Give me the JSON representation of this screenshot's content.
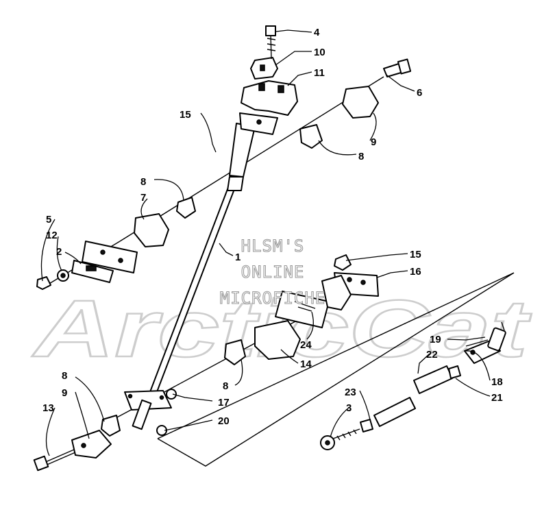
{
  "watermark": {
    "line1": "HLSM'S",
    "line2": "ONLINE",
    "line3": "MICROFICHE",
    "logo": "ArcticCat"
  },
  "callouts": [
    "1",
    "2",
    "3",
    "4",
    "5",
    "6",
    "7",
    "8",
    "8",
    "8",
    "8",
    "9",
    "9",
    "10",
    "11",
    "12",
    "13",
    "14",
    "15",
    "15",
    "16",
    "17",
    "18",
    "19",
    "20",
    "21",
    "22",
    "23",
    "24"
  ]
}
